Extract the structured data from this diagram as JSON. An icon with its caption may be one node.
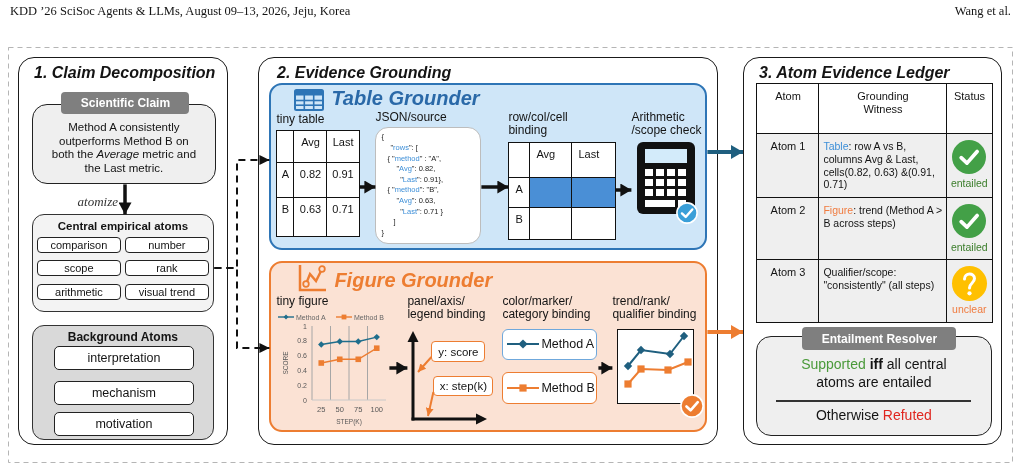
{
  "diagram": {
    "nodes": [
      {
        "text": [
          "1. Claim Decomposition"
        ]
      },
      {
        "text": [
          "Scientific Claim",
          "Method A consistently outperforms Method B on both the *Average* metric and the Last metric."
        ],
        "in": 0
      },
      {
        "text": [
          "Central empirical atoms"
        ],
        "in": 0
      },
      {
        "text": [
          "comparison"
        ],
        "in": 2
      },
      {
        "text": [
          "number"
        ],
        "in": 2
      },
      {
        "text": [
          "scope"
        ],
        "in": 2
      },
      {
        "text": [
          "rank"
        ],
        "in": 2
      },
      {
        "text": [
          "arithmetic"
        ],
        "in": 2
      },
      {
        "text": [
          "visual trend"
        ],
        "in": 2
      },
      {
        "text": [
          "Background Atoms"
        ],
        "in": 0
      },
      {
        "text": [
          "interpretation"
        ],
        "in": 9
      },
      {
        "text": [
          "mechanism"
        ],
        "in": 9
      },
      {
        "text": [
          "motivation"
        ],
        "in": 9
      },
      {
        "text": [
          "2. Evidence Grounding"
        ]
      },
      {
        "text": [
          "Table Grounder"
        ],
        "in": 13
      },
      {
        "text": [
          "tiny table",
          "Avg",
          "Last",
          "A",
          "0.82",
          "0.91",
          "B",
          "0.63",
          "0.71"
        ],
        "in": 14
      },
      {
        "text": [
          "JSON/source",
          "{ \"rows\": [ { \"method\" : \"A\", \"Avg\": 0.82, \"Last\": 0.91}, { \"method\": \"B\", \"Avg\": 0.63, \"Last\": 0.71 } ] }"
        ],
        "in": 14
      },
      {
        "text": [
          "row/col/cell binding",
          "Avg",
          "Last",
          "A",
          "B"
        ],
        "in": 14
      },
      {
        "text": [
          "Arithmetic /scope check"
        ],
        "in": 14
      },
      {
        "text": [
          "Figure Grounder"
        ],
        "in": 13
      },
      {
        "text": [
          "tiny figure"
        ],
        "in": 19
      },
      {
        "text": [
          "panel/axis/ legend binding"
        ],
        "in": 19
      },
      {
        "text": [
          "y: score"
        ],
        "in": 21
      },
      {
        "text": [
          "x: step(k)"
        ],
        "in": 21
      },
      {
        "text": [
          "color/marker/ category binding"
        ],
        "in": 19
      },
      {
        "text": [
          "Method A"
        ],
        "in": 24
      },
      {
        "text": [
          "Method B"
        ],
        "in": 24
      },
      {
        "text": [
          "trend/rank/ qualifier binding"
        ],
        "in": 19
      },
      {
        "text": [
          "3. Atom Evidence Ledger"
        ]
      },
      {
        "text": [
          "Entailment Resolver",
          "Supported **iff** all central atoms are entailed",
          "Otherwise Refuted"
        ],
        "in": 28
      }
    ],
    "edges": [
      {
        "from": 1,
        "to": 2,
        "arrow": "to",
        "label": "atomize"
      },
      {
        "from": 2,
        "to": 14,
        "arrow": "to",
        "style": "dashed"
      },
      {
        "from": 2,
        "to": 19,
        "arrow": "to",
        "style": "dashed"
      },
      {
        "from": 15,
        "to": 16,
        "arrow": "to"
      },
      {
        "from": 16,
        "to": 17,
        "arrow": "to"
      },
      {
        "from": 17,
        "to": 18,
        "arrow": "to"
      },
      {
        "from": 14,
        "to": 28,
        "arrow": "to",
        "color": "#1f5f7f"
      },
      {
        "from": 19,
        "to": 28,
        "arrow": "to",
        "color": "#ed7d31"
      },
      {
        "from": 20,
        "to": 21,
        "arrow": "to"
      },
      {
        "from": 22,
        "to": null,
        "arrow": "to",
        "color": "#ed7d31"
      },
      {
        "from": 23,
        "to": null,
        "arrow": "to",
        "color": "#ed7d31"
      },
      {
        "from": 24,
        "to": 27,
        "arrow": "to"
      }
    ],
    "labels": [
      "KDD ’26 SciSoc Agents & LLMs, August 09–13, 2026, Jeju, Korea",
      "Wang et al.",
      "Atom",
      "Grounding Witness",
      "Status",
      "Atom 1",
      "Table: row A vs B, columns Avg & Last, cells(0.82, 0.63) &(0.91, 0.71)",
      "entailed",
      "Atom 2",
      "Figure: trend (Method A > B across steps)",
      "entailed",
      "Atom 3",
      "Qualifier/scope: \"consistently\" (all steps)",
      "unclear"
    ],
    "chart_data": {
      "type": "line",
      "xlabel": "STEP(K)",
      "ylabel": "SCORE",
      "categories": [
        "25",
        "50",
        "75",
        "100"
      ],
      "series": [
        {
          "name": "Method A",
          "color": "#1f6e8c",
          "marker": "diamond",
          "values": [
            0.75,
            0.79,
            0.79,
            0.85
          ]
        },
        {
          "name": "Method B",
          "color": "#ed7d31",
          "marker": "square",
          "values": [
            0.5,
            0.55,
            0.55,
            0.7
          ]
        }
      ],
      "ylim": [
        0,
        1
      ],
      "yticks": [
        0,
        0.2,
        0.4,
        0.6,
        0.8,
        1
      ],
      "legend": "top"
    }
  }
}
